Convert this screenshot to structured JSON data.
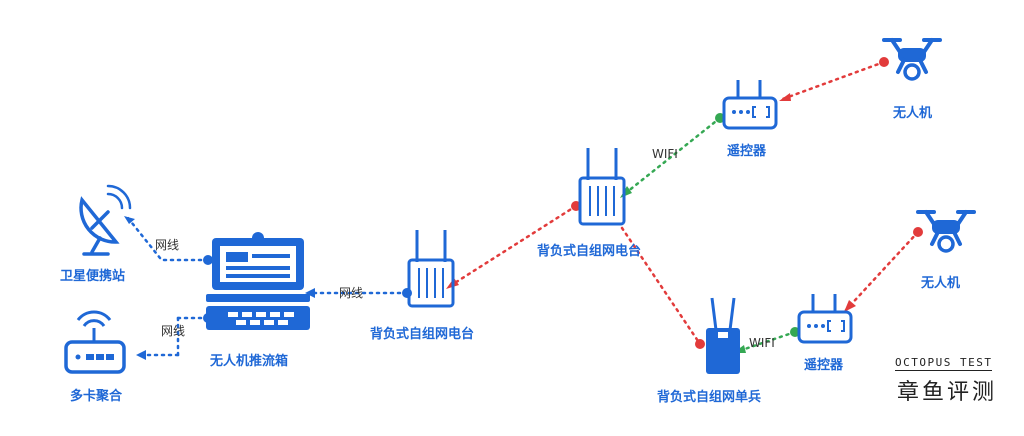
{
  "nodes": {
    "drone1": "无人机",
    "remote1": "遥控器",
    "radio_center": "背负式自组网电台",
    "radio_left": "背负式自组网电台",
    "drone2": "无人机",
    "remote2": "遥控器",
    "single_soldier": "背负式自组网单兵",
    "push_box": "无人机推流箱",
    "satellite": "卫星便携站",
    "multi_card": "多卡聚合"
  },
  "links": {
    "wifi1": "WIFI",
    "wifi2": "WIFI",
    "lan1": "网线",
    "lan2": "网线",
    "lan3": "网线"
  },
  "brand": {
    "en": "OCTOPUS TEST",
    "cn": "章鱼评测"
  },
  "colors": {
    "blue": "#1f68d6",
    "red_dot": "#e23b3b",
    "green_dot": "#35a853",
    "dark_text": "#333333"
  }
}
